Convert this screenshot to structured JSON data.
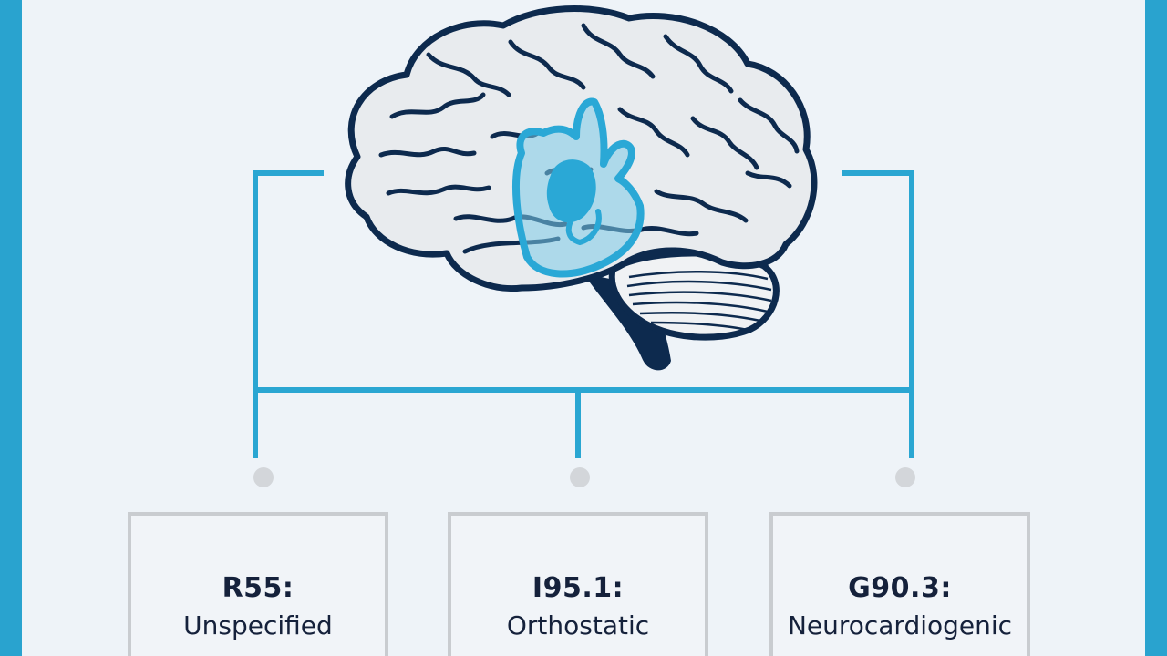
{
  "colors": {
    "frame": "#29a3cf",
    "background": "#eef3f8",
    "connector": "#2aa6d2",
    "brain_outline": "#0d2a4e",
    "brain_fill": "#e6eaee",
    "heart": "#2aa8d6",
    "node_dot": "#d3d6da",
    "card_border": "#c9ccd0",
    "text": "#15213b"
  },
  "icons": {
    "brain": "brain-icon",
    "heart": "heart-icon"
  },
  "cards": [
    {
      "code": "R55:",
      "description": "Unspecified"
    },
    {
      "code": "I95.1:",
      "description": "Orthostatic"
    },
    {
      "code": "G90.3:",
      "description": "Neurocardiogenic"
    }
  ]
}
